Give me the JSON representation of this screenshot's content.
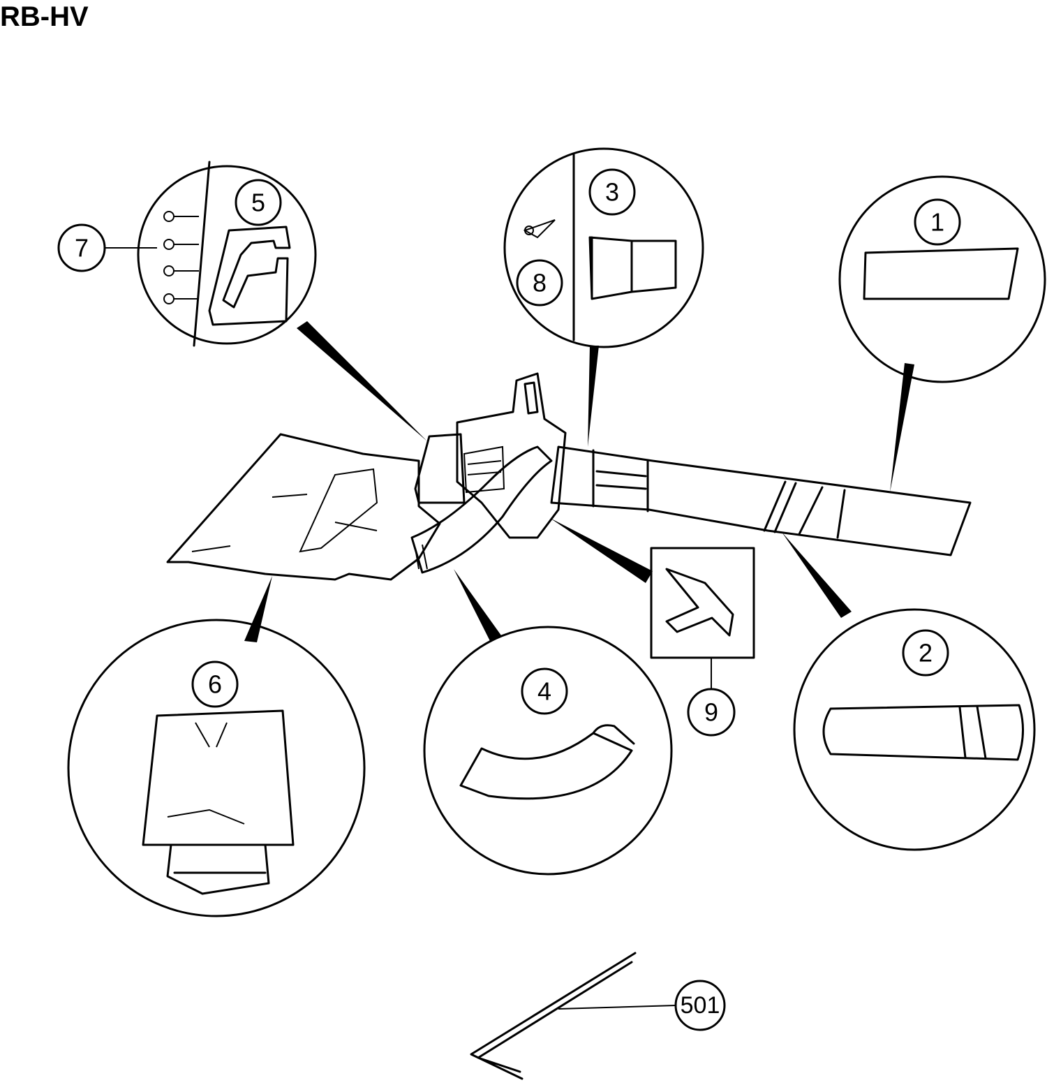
{
  "title": "RB-HV",
  "callouts": {
    "p1": "1",
    "p2": "2",
    "p3": "3",
    "p4": "4",
    "p5": "5",
    "p6": "6",
    "p7": "7",
    "p8": "8",
    "p9": "9",
    "p501": "501"
  }
}
